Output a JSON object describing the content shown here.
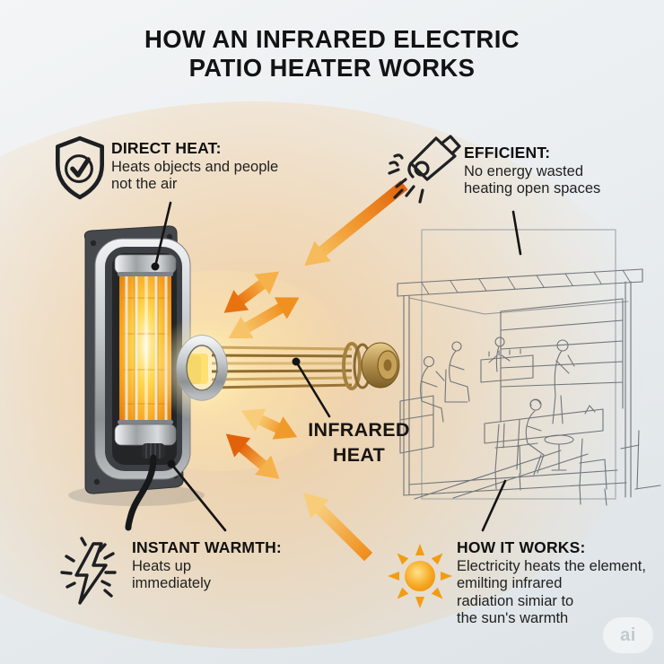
{
  "title": "HOW AN INFRARED ELECTRIC\nPATIO HEATER WORKS",
  "center_label": "INFRARED\nHEAT",
  "callouts": [
    {
      "id": "direct-heat",
      "icon": "shield-check-icon",
      "heading": "DIRECT HEAT:",
      "body": "Heats objects and people\nnot the air"
    },
    {
      "id": "efficient",
      "icon": "spotlight-icon",
      "heading": "EFFICIENT:",
      "body": "No energy wasted\nheating open spaces"
    },
    {
      "id": "instant-warmth",
      "icon": "lightning-bolt-icon",
      "heading": "INSTANT WARMTH:",
      "body": "Heats up\nimmediately"
    },
    {
      "id": "how-it-works",
      "icon": "sun-icon",
      "heading": "HOW IT WORKS:",
      "body": "Electricity heats the element,\nemilting infrared\nradiation simiar to\nthe sun's warmth"
    }
  ],
  "watermark": "ai",
  "colors": {
    "heat_orange": "#f5a623",
    "heat_deep": "#e2620c",
    "glow": "#f7b35c",
    "text": "#141414",
    "line_art": "#70757a",
    "background_top": "#f3f5f6",
    "background_bottom": "#dde3e7"
  }
}
